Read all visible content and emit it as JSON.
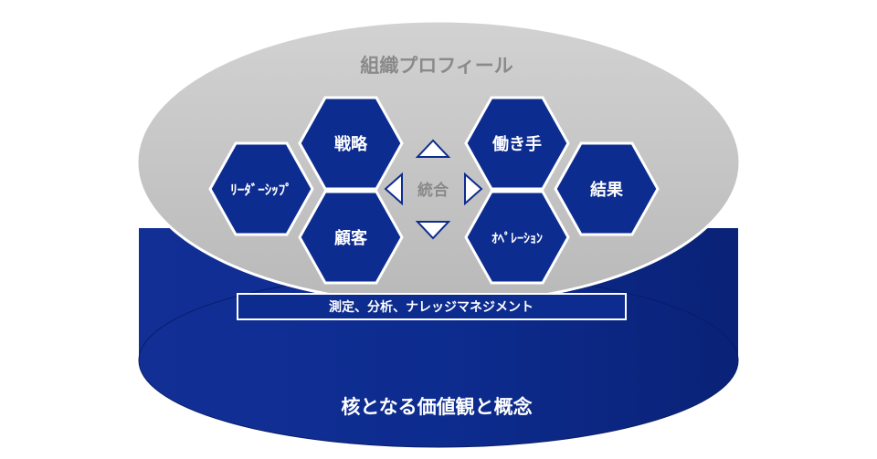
{
  "title": "組織プロフィール",
  "center_label": "統合",
  "hexagons": [
    {
      "id": "leadership",
      "label": "ﾘｰﾀﾞｰｼｯﾌﾟ"
    },
    {
      "id": "strategy",
      "label": "戦略"
    },
    {
      "id": "customer",
      "label": "顧客"
    },
    {
      "id": "workforce",
      "label": "働き手"
    },
    {
      "id": "operations",
      "label": "ｵﾍﾟﾚｰｼｮﾝ"
    },
    {
      "id": "results",
      "label": "結果"
    }
  ],
  "bar_label": "測定、分析、ナレッジマネジメント",
  "base_label": "核となる価値観と概念",
  "colors": {
    "navy": "#0d2c8f",
    "gray_top": "#c2c2c2",
    "title_gray": "#8a8a8a",
    "white": "#ffffff"
  }
}
